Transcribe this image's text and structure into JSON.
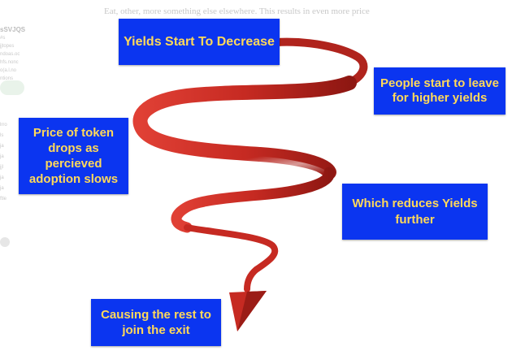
{
  "background": {
    "top_text": "Eat, other, more something else elsewhere. This results in even more price",
    "left_bold": "sSVJQS",
    "left_lines": [
      "#s",
      "jjtopes",
      "ndoas.oc",
      "hfs.nonc",
      "o(a.l.no",
      "ntions"
    ],
    "left_lower": [
      "lrro",
      "ls",
      "ja",
      "ja",
      "jjl",
      "ja",
      "ja",
      "ftle"
    ]
  },
  "colors": {
    "box_fill": "#0b35f0",
    "box_text": "#ffd95a",
    "arrow": "#c62a22"
  },
  "labels": {
    "yields_decrease": "Yields Start To Decrease",
    "people_leave": "People start to leave for higher yields",
    "price_drops": "Price of token drops as percieved adoption slows",
    "reduces_yields": "Which reduces Yields further",
    "causing_exit": "Causing the rest to join the exit"
  }
}
